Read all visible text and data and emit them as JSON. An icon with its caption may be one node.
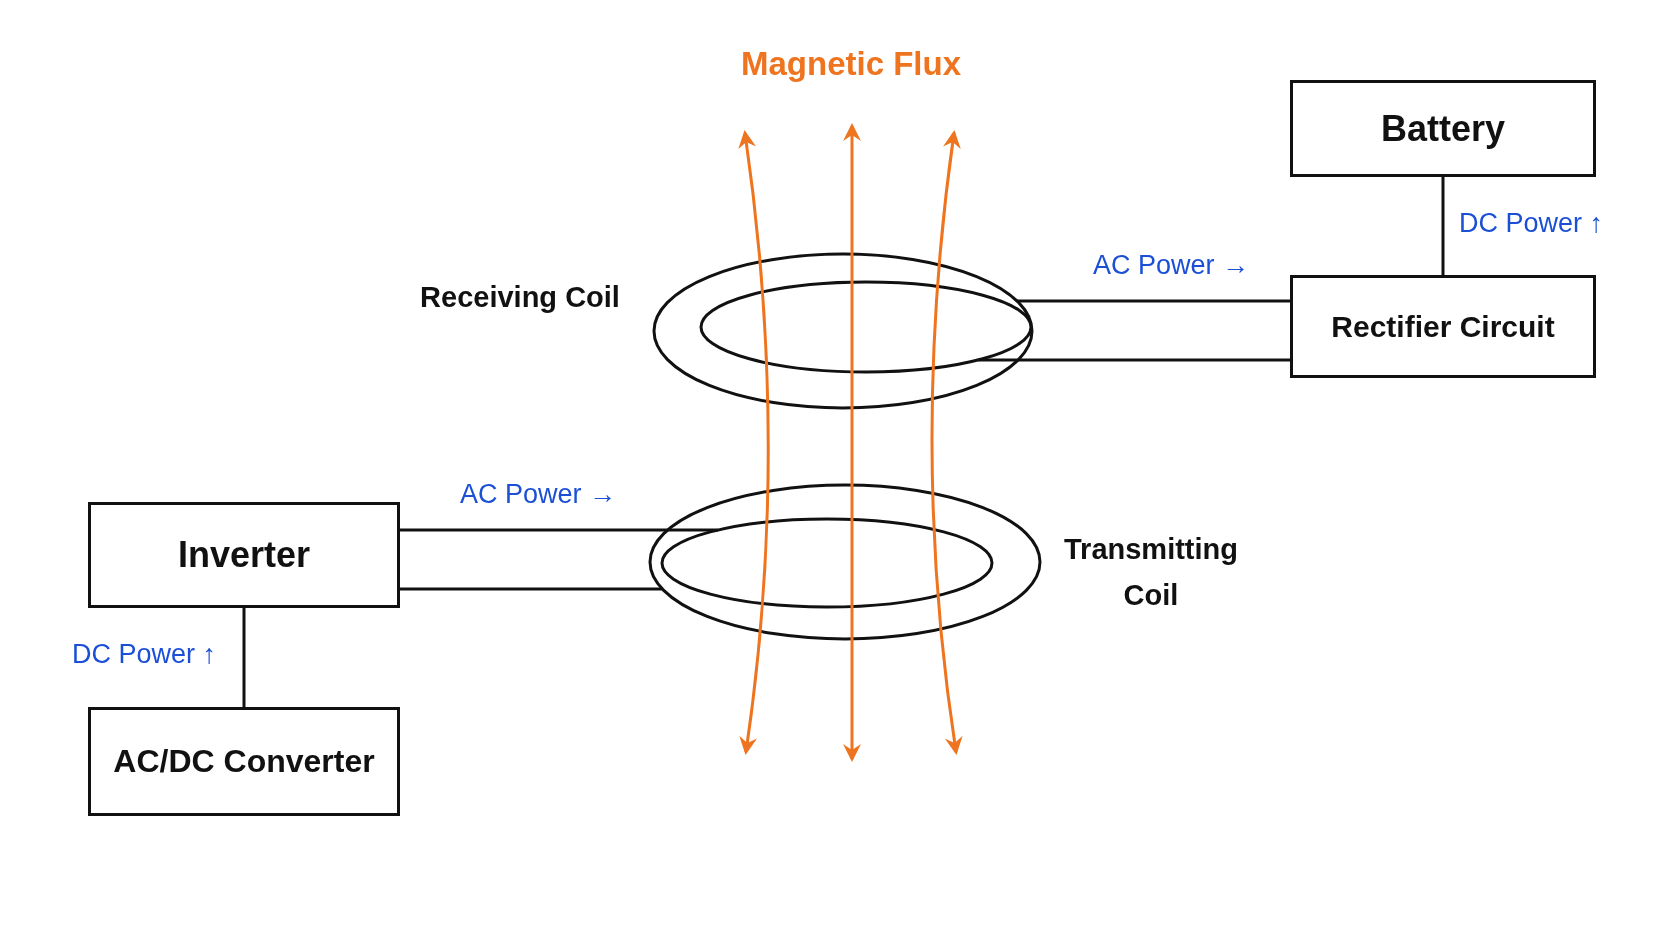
{
  "diagram": {
    "nodes": [
      {
        "text": [
          "Battery"
        ]
      },
      {
        "text": [
          "Receiving Coil"
        ]
      },
      {
        "text": [
          "Rectifier Circuit"
        ]
      },
      {
        "text": [
          "Inverter"
        ]
      },
      {
        "text": [
          "Transmitting Coil"
        ]
      },
      {
        "text": [
          "AC/DC Converter"
        ]
      }
    ],
    "edges": [
      {
        "from": 5,
        "to": 3,
        "arrow": "none",
        "label": "DC Power ↑"
      },
      {
        "from": 3,
        "to": 4,
        "arrow": "none",
        "label": "AC Power →"
      },
      {
        "from": 3,
        "to": 4,
        "arrow": "none"
      },
      {
        "from": 1,
        "to": 2,
        "arrow": "none",
        "label": "AC Power →"
      },
      {
        "from": 1,
        "to": 2,
        "arrow": "none"
      },
      {
        "from": 2,
        "to": 0,
        "arrow": "none",
        "label": "DC Power ↑"
      }
    ],
    "labels": [
      "Magnetic Flux"
    ]
  }
}
